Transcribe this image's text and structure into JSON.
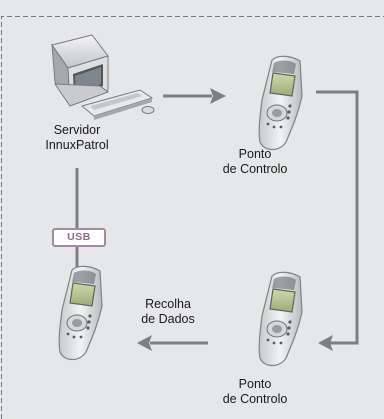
{
  "server": {
    "label_line1": "Servidor",
    "label_line2": "InnuxPatrol",
    "icon": "desktop-computer-icon"
  },
  "checkpoint_top": {
    "label_line1": "Ponto",
    "label_line2": "de Controlo",
    "icon": "handheld-terminal-icon"
  },
  "checkpoint_bottom": {
    "label_line1": "Ponto",
    "label_line2": "de Controlo",
    "icon": "handheld-terminal-icon"
  },
  "collector": {
    "icon": "handheld-terminal-icon"
  },
  "collection": {
    "label_line1": "Recolha",
    "label_line2": "de Dados"
  },
  "connection": {
    "badge": "USB"
  },
  "colors": {
    "background": "#e6e7e9",
    "arrow": "#7d7f82",
    "usb_border": "#a489a6",
    "dashed_border": "#6b7a8c"
  }
}
